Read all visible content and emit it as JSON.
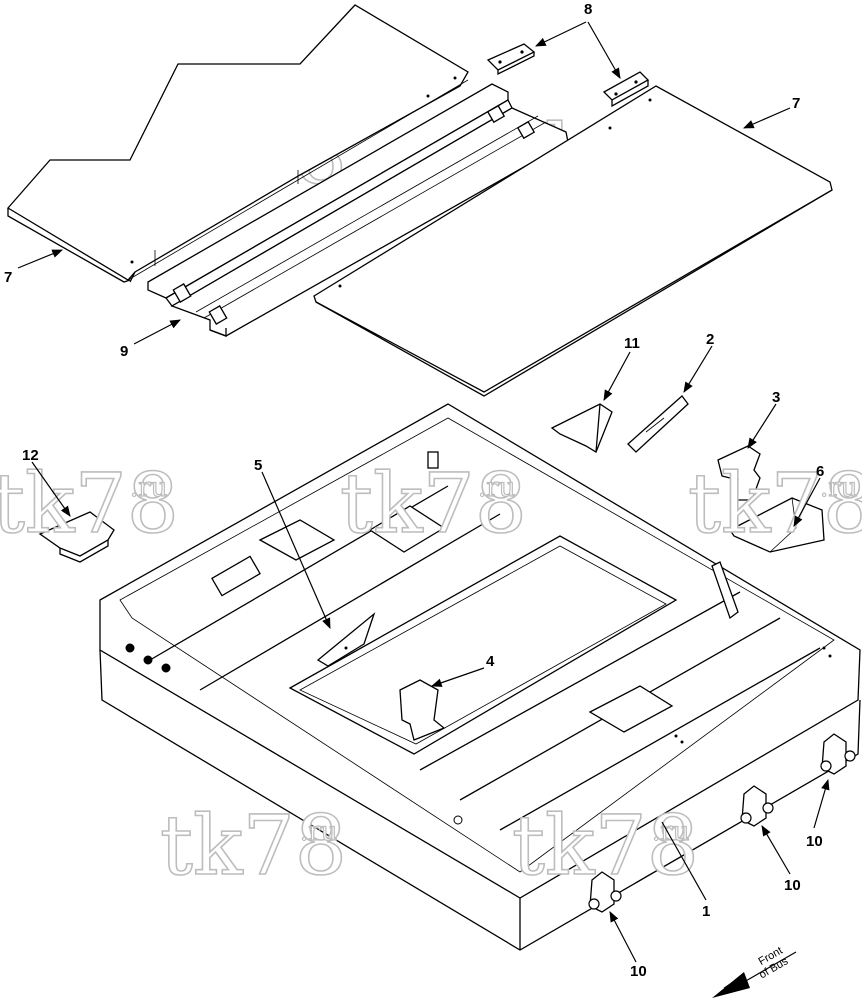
{
  "watermark": {
    "main": "tk78",
    "suffix": ".ru"
  },
  "callouts": {
    "c1": "1",
    "c2": "2",
    "c3": "3",
    "c4": "4",
    "c5": "5",
    "c6": "6",
    "c7a": "7",
    "c7b": "7",
    "c8": "8",
    "c9": "9",
    "c10a": "10",
    "c10b": "10",
    "c10c": "10",
    "c11": "11",
    "c12": "12"
  },
  "front_label": {
    "line1": "Front",
    "line2": "of Bus"
  }
}
